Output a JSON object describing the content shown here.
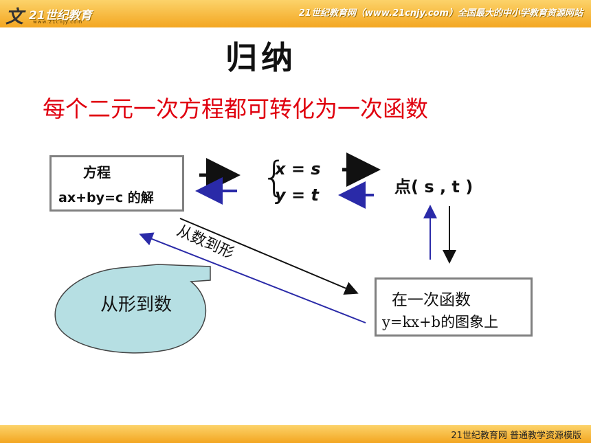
{
  "header": {
    "logo_glyph": "文",
    "logo_text": "21世纪教育",
    "logo_url": "www.21cnjy.com",
    "site_tagline": "21世纪教育网（www.21cnjy.com）全国最大的中小学教育资源网站"
  },
  "title": "归纳",
  "subtitle": "每个二元一次方程都可转化为一次函数",
  "equation_box": {
    "line1": "方程",
    "line2": "ax+by=c 的解"
  },
  "system": {
    "line1": "x = s",
    "line2": "y = t"
  },
  "point_label": "点( s , t )",
  "function_box": {
    "line1": "在一次函数",
    "line2": "y=kx+b的图象上"
  },
  "label_number_to_shape": "从数到形",
  "bubble_label": "从形到数",
  "footer": {
    "text": "21世纪教育网    普通教学资源模版"
  },
  "colors": {
    "header_bar": "#f3a621",
    "subtitle": "#e0000f",
    "arrow_blue": "#2a2aa8",
    "bubble_fill": "#b6dfe3"
  }
}
